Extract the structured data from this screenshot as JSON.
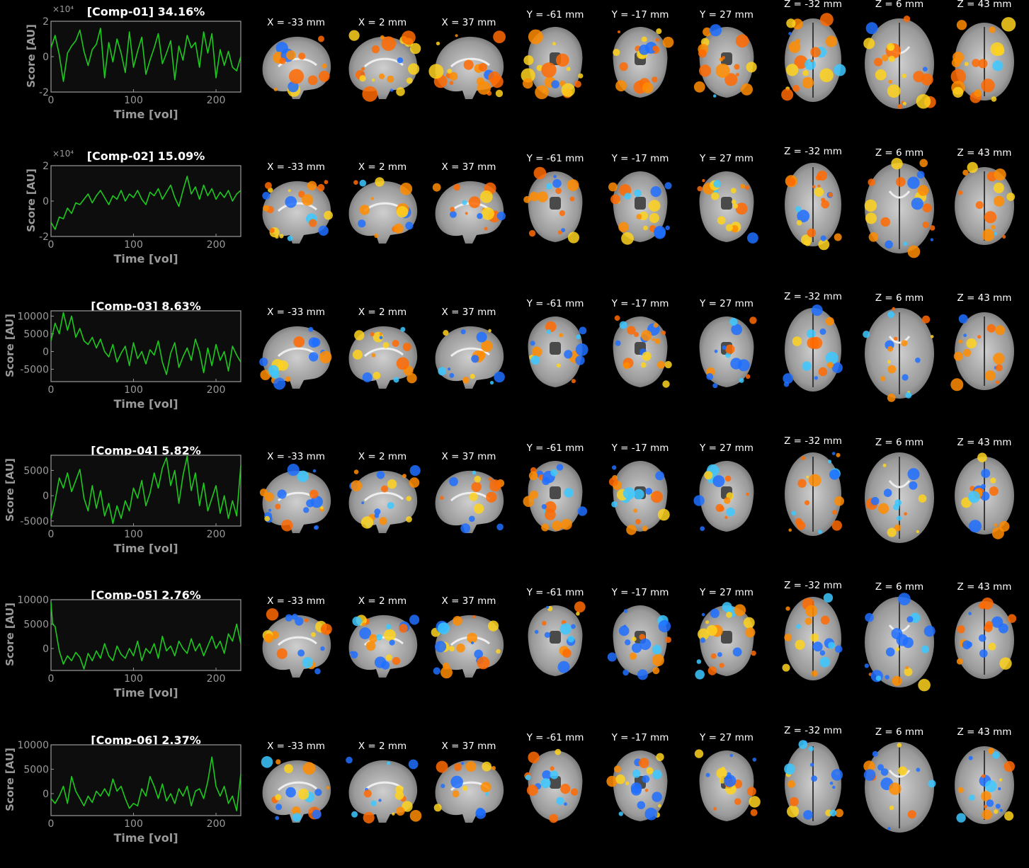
{
  "slice_labels": {
    "sagittal": [
      "X = -33 mm",
      "X = 2 mm",
      "X = 37 mm"
    ],
    "coronal": [
      "Y = -61 mm",
      "Y = -17 mm",
      "Y = 27 mm"
    ],
    "axial": [
      "Z = -32 mm",
      "Z = 6 mm",
      "Z = 43 mm"
    ]
  },
  "colors": {
    "trace": "#1ec81e",
    "axes": "#9a9a9a",
    "plot_bg": "#0d0d0d",
    "positive": "#ff8c00",
    "negative": "#1e90ff"
  },
  "axis_labels": {
    "x": "Time [vol]",
    "y": "Score [AU]"
  },
  "chart_data": [
    {
      "type": "line",
      "title": "[Comp-01] 34.16%",
      "xlabel": "Time [vol]",
      "ylabel": "Score [AU]",
      "xlim": [
        0,
        230
      ],
      "ylim": [
        -2,
        2
      ],
      "y_exponent": "×10⁴",
      "x_ticks": [
        0,
        100,
        200
      ],
      "y_ticks": [
        -2,
        0,
        2
      ],
      "x": [
        0,
        5,
        10,
        15,
        20,
        25,
        30,
        35,
        40,
        45,
        50,
        55,
        60,
        65,
        70,
        75,
        80,
        85,
        90,
        95,
        100,
        105,
        110,
        115,
        120,
        125,
        130,
        135,
        140,
        145,
        150,
        155,
        160,
        165,
        170,
        175,
        180,
        185,
        190,
        195,
        200,
        205,
        210,
        215,
        220,
        225,
        230
      ],
      "y": [
        0.5,
        1.2,
        0.1,
        -1.4,
        0.2,
        0.6,
        0.9,
        1.5,
        0.3,
        -0.5,
        0.4,
        0.7,
        1.6,
        -1.2,
        0.8,
        -0.3,
        1.0,
        0.2,
        -0.9,
        1.4,
        -0.6,
        0.3,
        1.1,
        -1.0,
        -0.2,
        0.5,
        1.3,
        -0.4,
        0.2,
        0.9,
        -1.3,
        0.6,
        -0.2,
        1.2,
        0.5,
        0.8,
        -0.6,
        1.4,
        0.2,
        1.3,
        -1.2,
        0.4,
        -0.5,
        0.3,
        -0.6,
        -0.8,
        0.0
      ]
    },
    {
      "type": "line",
      "title": "[Comp-02] 15.09%",
      "xlabel": "Time [vol]",
      "ylabel": "Score [AU]",
      "xlim": [
        0,
        230
      ],
      "ylim": [
        -2,
        2
      ],
      "y_exponent": "×10⁴",
      "x_ticks": [
        0,
        100,
        200
      ],
      "y_ticks": [
        -2,
        0,
        2
      ],
      "x": [
        0,
        5,
        10,
        15,
        20,
        25,
        30,
        35,
        40,
        45,
        50,
        55,
        60,
        65,
        70,
        75,
        80,
        85,
        90,
        95,
        100,
        105,
        110,
        115,
        120,
        125,
        130,
        135,
        140,
        145,
        150,
        155,
        160,
        165,
        170,
        175,
        180,
        185,
        190,
        195,
        200,
        205,
        210,
        215,
        220,
        225,
        230
      ],
      "y": [
        -1.2,
        -1.6,
        -0.9,
        -1.0,
        -0.4,
        -0.7,
        -0.1,
        -0.2,
        0.1,
        0.4,
        -0.1,
        0.3,
        0.6,
        0.2,
        -0.2,
        0.3,
        0.1,
        0.6,
        0.0,
        0.4,
        0.2,
        0.6,
        0.1,
        -0.2,
        0.5,
        0.3,
        0.7,
        0.1,
        0.5,
        0.9,
        0.2,
        -0.3,
        0.6,
        1.4,
        0.4,
        0.8,
        0.1,
        0.9,
        0.3,
        0.7,
        0.1,
        0.5,
        0.2,
        0.6,
        0.0,
        0.4,
        0.6
      ]
    },
    {
      "type": "line",
      "title": "[Comp-03] 8.63%",
      "xlabel": "Time [vol]",
      "ylabel": "Score [AU]",
      "xlim": [
        0,
        230
      ],
      "ylim": [
        -8500,
        11500
      ],
      "x_ticks": [
        0,
        100,
        200
      ],
      "y_ticks": [
        -5000,
        0,
        5000,
        10000
      ],
      "x": [
        0,
        5,
        10,
        15,
        20,
        25,
        30,
        35,
        40,
        45,
        50,
        55,
        60,
        65,
        70,
        75,
        80,
        85,
        90,
        95,
        100,
        105,
        110,
        115,
        120,
        125,
        130,
        135,
        140,
        145,
        150,
        155,
        160,
        165,
        170,
        175,
        180,
        185,
        190,
        195,
        200,
        205,
        210,
        215,
        220,
        225,
        230
      ],
      "y": [
        3000,
        8000,
        5000,
        11000,
        6000,
        10000,
        4000,
        6500,
        3000,
        2000,
        4000,
        1000,
        3500,
        0,
        -1500,
        2000,
        -3000,
        -500,
        1500,
        -4000,
        2500,
        -2000,
        0,
        -3500,
        500,
        -1000,
        3000,
        -3000,
        -6500,
        -500,
        2500,
        -4500,
        -1500,
        1000,
        -2500,
        3500,
        0,
        -6000,
        1000,
        -4000,
        2000,
        -2500,
        0,
        -5500,
        1500,
        -1000,
        -3000
      ]
    },
    {
      "type": "line",
      "title": "[Comp-04] 5.82%",
      "xlabel": "Time [vol]",
      "ylabel": "Score [AU]",
      "xlim": [
        0,
        230
      ],
      "ylim": [
        -6000,
        8000
      ],
      "x_ticks": [
        0,
        100,
        200
      ],
      "y_ticks": [
        -5000,
        0,
        5000
      ],
      "x": [
        0,
        5,
        10,
        15,
        20,
        25,
        30,
        35,
        40,
        45,
        50,
        55,
        60,
        65,
        70,
        75,
        80,
        85,
        90,
        95,
        100,
        105,
        110,
        115,
        120,
        125,
        130,
        135,
        140,
        145,
        150,
        155,
        160,
        165,
        170,
        175,
        180,
        185,
        190,
        195,
        200,
        205,
        210,
        215,
        220,
        225,
        230
      ],
      "y": [
        -4500,
        -1000,
        3500,
        1500,
        4500,
        800,
        3000,
        5200,
        -500,
        -3000,
        2000,
        -2500,
        1000,
        -4000,
        -1500,
        -5500,
        -2000,
        -4500,
        -1000,
        -3000,
        1500,
        -500,
        3000,
        -2000,
        500,
        4500,
        1500,
        5500,
        7500,
        2000,
        5000,
        -1500,
        4000,
        7800,
        1000,
        4500,
        -2000,
        2500,
        -3000,
        -500,
        2000,
        -3500,
        0,
        -4500,
        -1000,
        -4000,
        6000
      ]
    },
    {
      "type": "line",
      "title": "[Comp-05] 2.76%",
      "xlabel": "Time [vol]",
      "ylabel": "Score [AU]",
      "xlim": [
        0,
        230
      ],
      "ylim": [
        -4500,
        10000
      ],
      "x_ticks": [
        0,
        100,
        200
      ],
      "y_ticks": [
        0,
        5000,
        10000
      ],
      "x": [
        0,
        2,
        5,
        10,
        15,
        20,
        25,
        30,
        35,
        40,
        45,
        50,
        55,
        60,
        65,
        70,
        75,
        80,
        85,
        90,
        95,
        100,
        105,
        110,
        115,
        120,
        125,
        130,
        135,
        140,
        145,
        150,
        155,
        160,
        165,
        170,
        175,
        180,
        185,
        190,
        195,
        200,
        205,
        210,
        215,
        220,
        225,
        230
      ],
      "y": [
        9500,
        5000,
        4500,
        -500,
        -3200,
        -1500,
        -2500,
        -800,
        -1800,
        -4200,
        -1000,
        -2500,
        -500,
        -2000,
        1000,
        -1500,
        -2500,
        500,
        -1200,
        -2000,
        0,
        -1500,
        1500,
        -2500,
        0,
        -1000,
        1000,
        -2000,
        2500,
        -500,
        500,
        -1500,
        1500,
        0,
        -1000,
        2000,
        -500,
        1000,
        -1500,
        500,
        2500,
        0,
        1500,
        -1000,
        3000,
        1500,
        5000,
        1000
      ]
    },
    {
      "type": "line",
      "title": "[Comp-06] 2.37%",
      "xlabel": "Time [vol]",
      "ylabel": "Score [AU]",
      "xlim": [
        0,
        230
      ],
      "ylim": [
        -4500,
        10000
      ],
      "x_ticks": [
        0,
        100,
        200
      ],
      "y_ticks": [
        0,
        5000,
        10000
      ],
      "x": [
        0,
        5,
        10,
        15,
        20,
        25,
        30,
        35,
        40,
        45,
        50,
        55,
        60,
        65,
        70,
        75,
        80,
        85,
        90,
        95,
        100,
        105,
        110,
        115,
        120,
        125,
        130,
        135,
        140,
        145,
        150,
        155,
        160,
        165,
        170,
        175,
        180,
        185,
        190,
        195,
        200,
        205,
        210,
        215,
        220,
        225,
        230
      ],
      "y": [
        -1000,
        -2000,
        -500,
        1500,
        -2000,
        3500,
        500,
        -1000,
        -2500,
        -500,
        -1800,
        500,
        -500,
        1000,
        -500,
        3000,
        500,
        1500,
        -1000,
        -3000,
        -2000,
        -2500,
        1000,
        -500,
        3500,
        1500,
        -1000,
        2000,
        -1500,
        0,
        -2000,
        1000,
        -500,
        1500,
        -2500,
        500,
        1000,
        -1000,
        2500,
        7500,
        1500,
        -500,
        1500,
        -2000,
        -500,
        -3500,
        4000
      ]
    }
  ]
}
